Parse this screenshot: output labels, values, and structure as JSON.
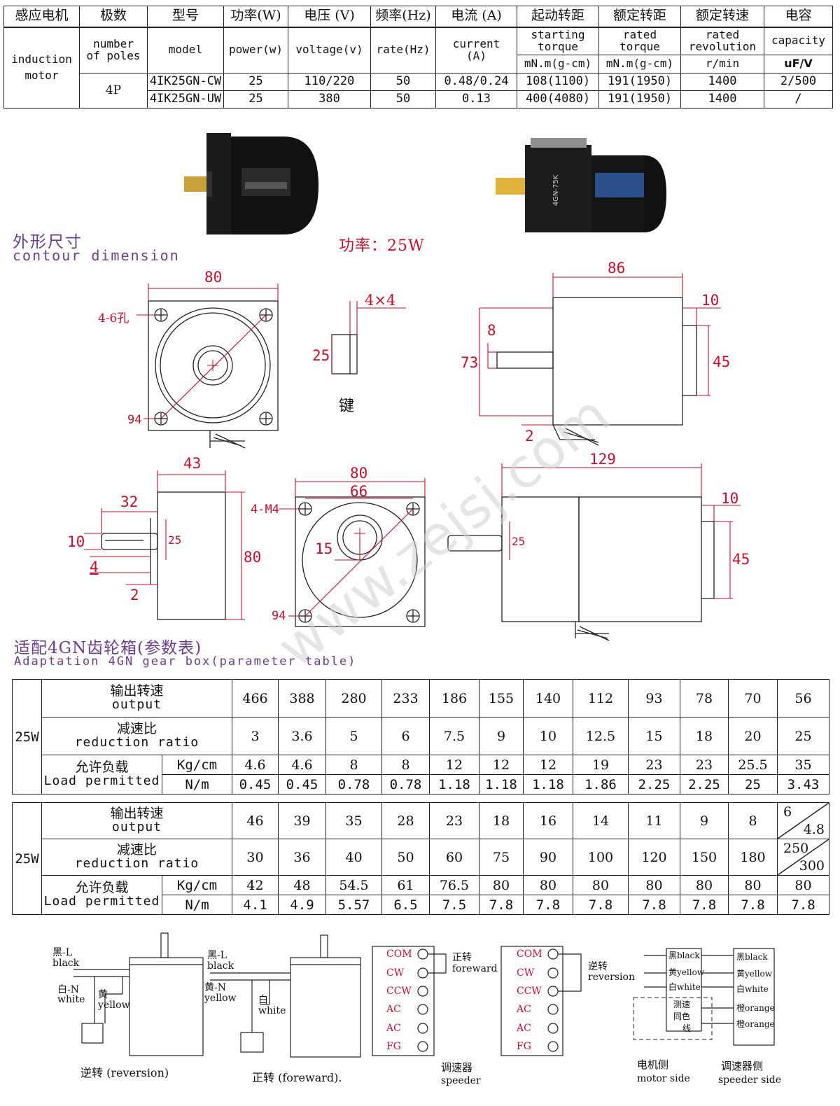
{
  "spec_table": {
    "headers": [
      "感应电机",
      "极数",
      "型号",
      "功率(W)",
      "电压 (V)",
      "频率(Hz)",
      "电流 (A)",
      "起动转距",
      "额定转距",
      "额定转速",
      "电容"
    ],
    "motor_type": [
      "induction",
      "motor"
    ],
    "sub_en": {
      "poles": [
        "number",
        "of poles"
      ],
      "model": "model",
      "power": "power(w)",
      "voltage": "voltage(v)",
      "rate": "rate(Hz)",
      "current": [
        "current",
        "(A)"
      ],
      "starting": [
        "starting",
        "torque"
      ],
      "rated_t": [
        "rated",
        "torque"
      ],
      "rated_r": [
        "rated",
        "revolution"
      ],
      "capacity": "capacity"
    },
    "units": {
      "starting": "mN.m(g-cm)",
      "rated_t": "mN.m(g-cm)",
      "rated_r": "r/min",
      "capacity": "uF/V"
    },
    "poles_value": "4P",
    "rows": [
      [
        "4IK25GN-CW",
        "25",
        "110/220",
        "50",
        "0.48/0.24",
        "108(1100)",
        "191(1950)",
        "1400",
        "2/500"
      ],
      [
        "4IK25GN-UW",
        "25",
        "380",
        "50",
        "0.13",
        "400(4080)",
        "191(1950)",
        "1400",
        "/"
      ]
    ]
  },
  "photo_label": "4GN-75K",
  "contour": {
    "title_cn": "外形尺寸",
    "title_en": "contour dimension",
    "power": "功率：25W"
  },
  "dims": {
    "d80a": "80",
    "hole": "4-6孔",
    "d94a": "94",
    "key_size": "4×4",
    "key_len": "25",
    "key_cn": "键",
    "d86": "86",
    "d10a": "10",
    "d8": "8",
    "d73": "73",
    "d45a": "45",
    "d2a": "2",
    "d43": "43",
    "d32": "32",
    "d10b": "10",
    "d4": "4",
    "d25a": "25",
    "d2b": "2",
    "d80b": "80",
    "d80c": "80",
    "d66": "66",
    "m4": "4-M4",
    "d15": "15",
    "d94b": "94",
    "d129": "129",
    "d10c": "10",
    "d25b": "25",
    "d45b": "45"
  },
  "watermark": "www.zejsj.com",
  "gear": {
    "title_cn": "适配4GN齿轮箱(参数表)",
    "title_en": "Adaptation 4GN gear box(parameter table)",
    "power": "25W",
    "labels": {
      "output_cn": "输出转速",
      "output_en": "output",
      "ratio_cn": "减速比",
      "ratio_en": "reduction ratio",
      "load_cn": "允许负载",
      "load_en": "Load permitted",
      "kg": "Kg/cm",
      "nm": "N/m"
    },
    "block1": {
      "output": [
        "466",
        "388",
        "280",
        "233",
        "186",
        "155",
        "140",
        "112",
        "93",
        "78",
        "70",
        "56"
      ],
      "ratio": [
        "3",
        "3.6",
        "5",
        "6",
        "7.5",
        "9",
        "10",
        "12.5",
        "15",
        "18",
        "20",
        "25"
      ],
      "kg": [
        "4.6",
        "4.6",
        "8",
        "8",
        "12",
        "12",
        "12",
        "19",
        "23",
        "23",
        "25.5",
        "35"
      ],
      "nm": [
        "0.45",
        "0.45",
        "0.78",
        "0.78",
        "1.18",
        "1.18",
        "1.18",
        "1.86",
        "2.25",
        "2.25",
        "25",
        "3.43"
      ]
    },
    "block2": {
      "output": [
        "46",
        "39",
        "35",
        "28",
        "23",
        "18",
        "16",
        "14",
        "11",
        "9",
        "8"
      ],
      "output_last": [
        "6",
        "4.8"
      ],
      "ratio": [
        "30",
        "36",
        "40",
        "50",
        "60",
        "75",
        "90",
        "100",
        "120",
        "150",
        "180"
      ],
      "ratio_last": [
        "250",
        "300"
      ],
      "kg": [
        "42",
        "48",
        "54.5",
        "61",
        "76.5",
        "80",
        "80",
        "80",
        "80",
        "80",
        "80",
        "80"
      ],
      "nm": [
        "4.1",
        "4.9",
        "5.57",
        "6.5",
        "7.5",
        "7.8",
        "7.8",
        "7.8",
        "7.8",
        "7.8",
        "7.8",
        "7.8"
      ]
    }
  },
  "wiring": {
    "left": {
      "black": [
        "黑-L",
        "black"
      ],
      "white": [
        "白-N",
        "white"
      ],
      "yellow": [
        "黄",
        "yellow"
      ],
      "caption": "逆转 (reversion)"
    },
    "mid": {
      "black": [
        "黑-L",
        "black"
      ],
      "yellow": [
        "黄-N",
        "yellow"
      ],
      "white": [
        "白",
        "white"
      ],
      "caption": "正转 (foreward)."
    },
    "speeder_terms": [
      "COM",
      "CW",
      "CCW",
      "AC",
      "AC",
      "FG"
    ],
    "fwd": [
      "正转",
      "foreward"
    ],
    "rev": [
      "逆转",
      "reversion"
    ],
    "speeder_caption": [
      "调速器",
      "speeder"
    ],
    "motor_side_labels": [
      "黑black",
      "黄yellow",
      "白white"
    ],
    "speed_wire": [
      "测速",
      "同色",
      "线"
    ],
    "speeder_side_labels": [
      "黑black",
      "黄yellow",
      "白white",
      "橙orange",
      "橙orange"
    ],
    "motor_side": [
      "电机侧",
      "motor side"
    ],
    "speeder_side": [
      "调速器侧",
      "speeder side"
    ]
  }
}
